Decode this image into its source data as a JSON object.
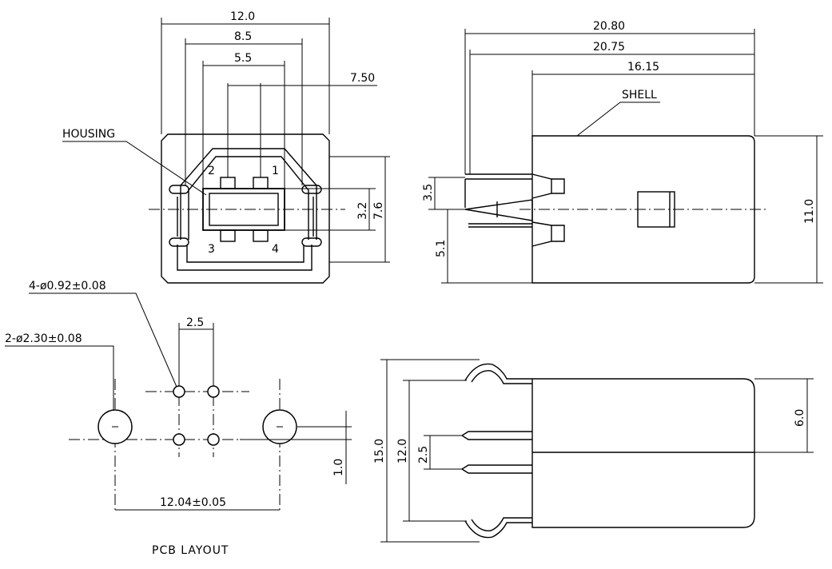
{
  "drawing": {
    "front_view": {
      "dims": {
        "width_outer": "12.0",
        "width_mid": "8.5",
        "width_inner": "5.5",
        "offset": "7.50",
        "height_slot": "3.2",
        "height_body": "7.6"
      },
      "labels": {
        "housing": "HOUSING",
        "pin1": "1",
        "pin2": "2",
        "pin3": "3",
        "pin4": "4"
      }
    },
    "side_view": {
      "dims": {
        "length_total": "20.80",
        "length_shell": "20.75",
        "length_body": "16.15",
        "height_total": "11.0",
        "pin_upper": "3.5",
        "pin_lower": "5.1"
      },
      "labels": {
        "shell": "SHELL"
      }
    },
    "pcb_layout": {
      "title": "PCB LAYOUT",
      "dims": {
        "small_holes": "4-ø0.92±0.08",
        "large_holes": "2-ø2.30±0.08",
        "pitch_x": "2.5",
        "row_offset": "1.0",
        "mount_span": "12.04±0.05"
      }
    },
    "top_view": {
      "dims": {
        "width_total": "15.0",
        "width_shell": "12.0",
        "pin_pitch": "2.5",
        "half_height": "6.0"
      }
    }
  }
}
